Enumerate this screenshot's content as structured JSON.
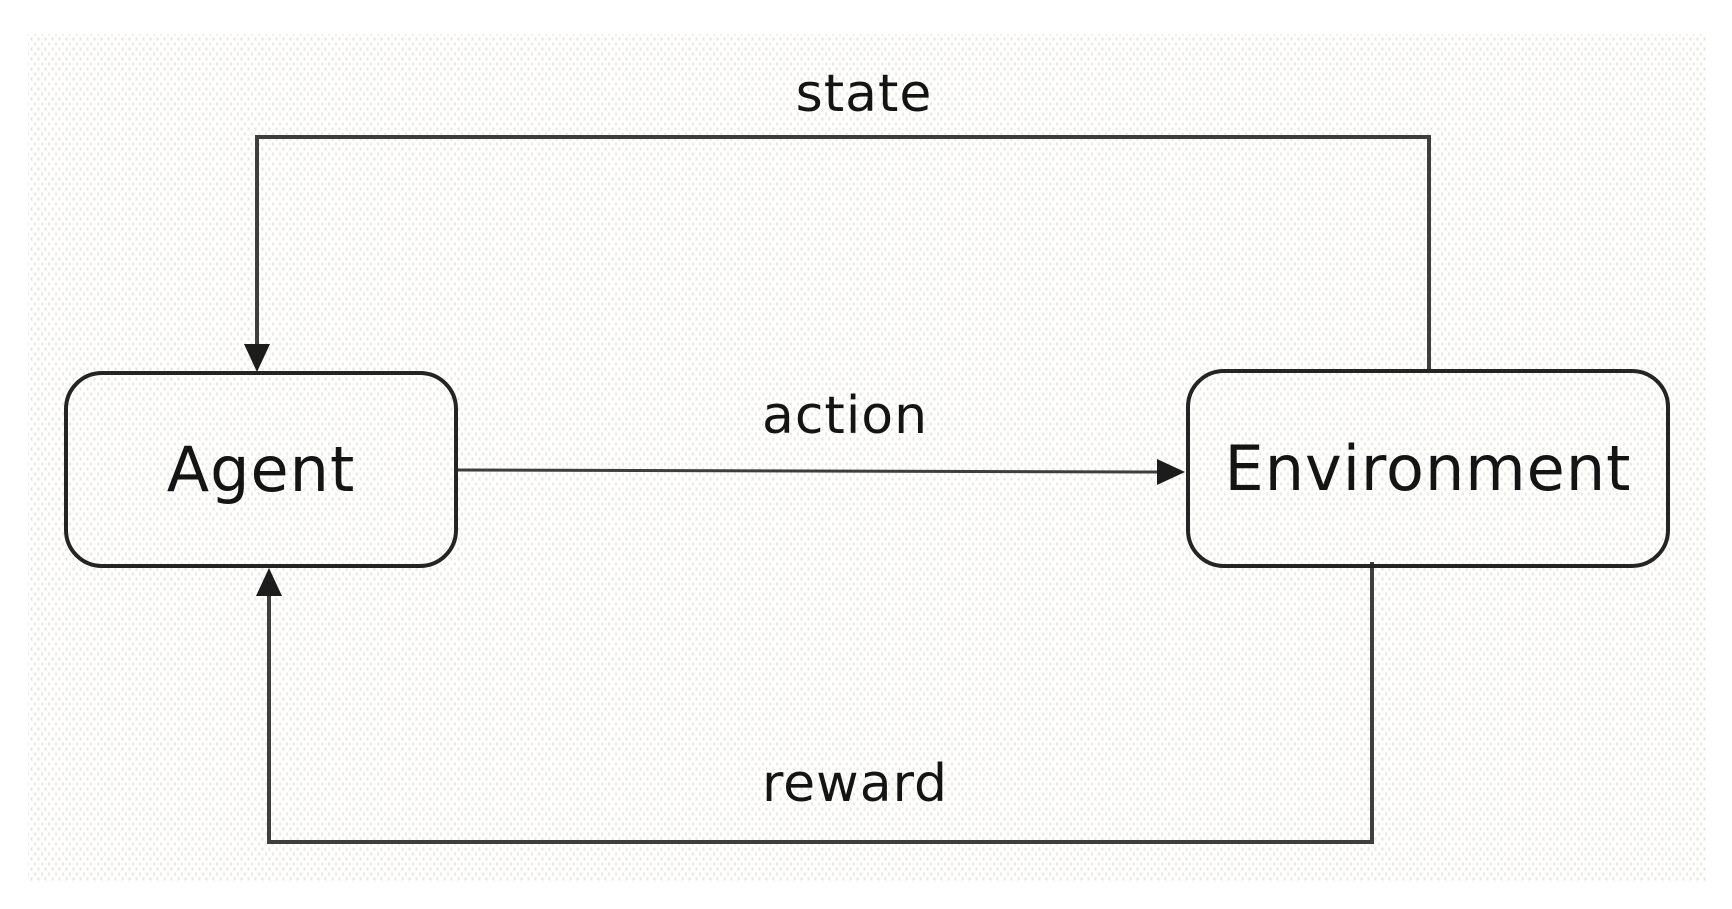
{
  "nodes": [
    {
      "id": "agent",
      "label": "Agent"
    },
    {
      "id": "environment",
      "label": "Environment"
    }
  ],
  "edges": [
    {
      "id": "state",
      "label": "state",
      "from": "environment",
      "to": "agent"
    },
    {
      "id": "action",
      "label": "action",
      "from": "agent",
      "to": "environment"
    },
    {
      "id": "reward",
      "label": "reward",
      "from": "environment",
      "to": "agent"
    }
  ],
  "colors": {
    "line": "#3d3f3d",
    "box_border": "#242424",
    "text": "#141414",
    "background": "#ffffff",
    "dot_texture": "#e8e6db"
  }
}
